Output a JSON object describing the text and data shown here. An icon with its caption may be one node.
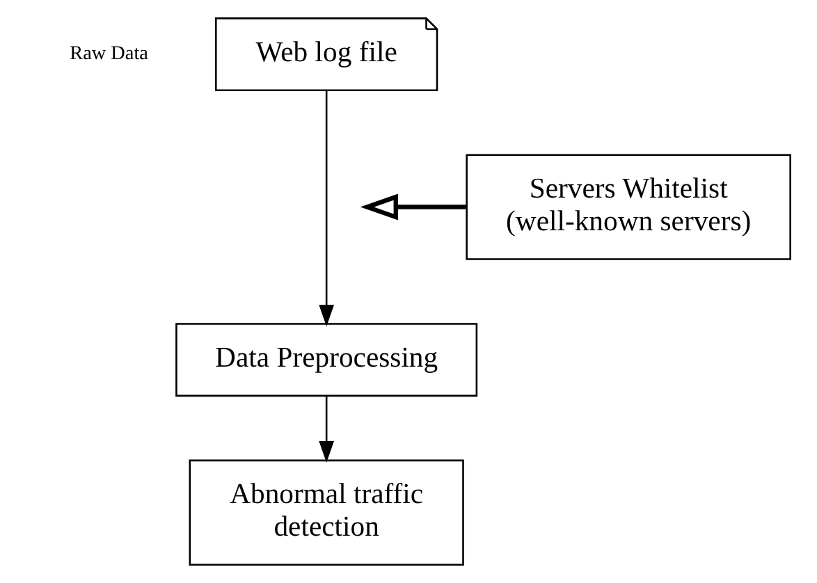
{
  "diagram": {
    "nodes": [
      {
        "text": [
          "Web log file"
        ],
        "beside": [
          "Raw Data"
        ]
      },
      {
        "text": [
          "Servers Whitelist (well-known servers)"
        ]
      },
      {
        "text": [
          "Data Preprocessing"
        ]
      },
      {
        "text": [
          "Abnormal traffic detection"
        ]
      }
    ],
    "edges": [
      {
        "from": 0,
        "to": 2,
        "arrow": "to"
      },
      {
        "from": 1,
        "to": null,
        "arrow": "to",
        "style": "thick"
      },
      {
        "from": 2,
        "to": 3,
        "arrow": "to"
      }
    ]
  }
}
